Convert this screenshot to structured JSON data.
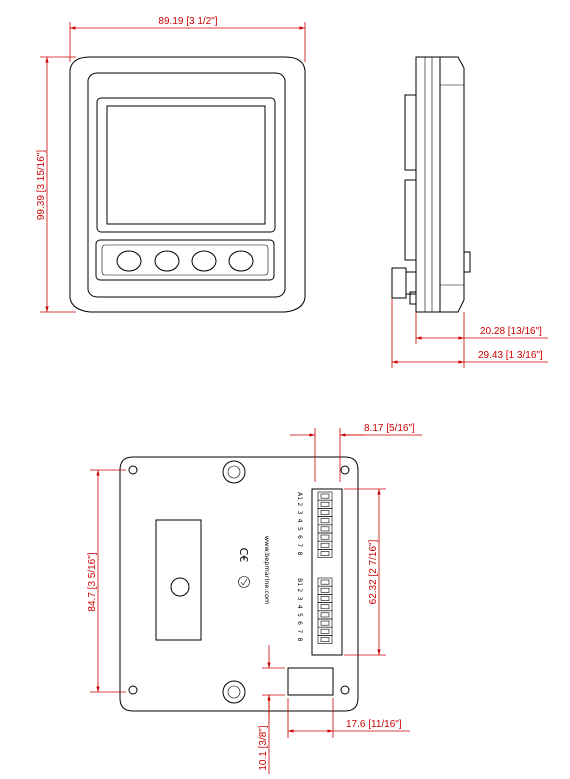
{
  "dimensions": {
    "front_width": "89.19 [3 1/2\"]",
    "front_height": "99.39 [3 15/16\"]",
    "side_depth_inner": "20.28 [13/16\"]",
    "side_depth_outer": "29.43 [1 3/16\"]",
    "rear_connector_width": "8.17 [5/16\"]",
    "rear_height": "84.7 [3 5/16\"]",
    "rear_terminal_span": "62.32 [2 7/16\"]",
    "rear_bottom_width": "17.6 [11/16\"]",
    "rear_bottom_height": "10.1 [3/8\"]"
  },
  "rear_label": {
    "website": "www.bepmarine.com",
    "terminal_a": [
      "A1",
      "2",
      "3",
      "4",
      "5",
      "6",
      "7",
      "8"
    ],
    "terminal_b": [
      "B1",
      "2",
      "3",
      "4",
      "5",
      "6",
      "7",
      "8"
    ]
  },
  "colors": {
    "dimension": "#cc0000",
    "outline": "#000000"
  }
}
